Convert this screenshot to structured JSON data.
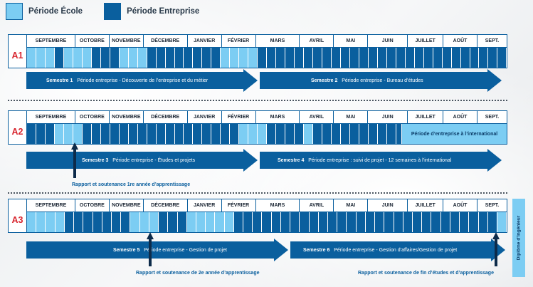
{
  "legend": {
    "school": {
      "label": "Période École",
      "color": "#7ccdf3"
    },
    "company": {
      "label": "Période Entreprise",
      "color": "#0a5f9e"
    }
  },
  "months": [
    "SEPTEMBRE",
    "OCTOBRE",
    "NOVEMBRE",
    "DÉCEMBRE",
    "JANVIER",
    "FÉVRIER",
    "MARS",
    "AVRIL",
    "MAI",
    "JUIN",
    "JUILLET",
    "AOÛT",
    "SEPT."
  ],
  "years": [
    {
      "label": "A1",
      "weeks": "sssessseeessseeeeeeeesssseeeeeeeeeeeeeeeeeeeeeeeeeee",
      "arrows": [
        {
          "semester": "Semestre 1",
          "text": "Période entreprise - Découverte de l’entreprise et du métier"
        },
        {
          "semester": "Semestre 2",
          "text": "Période entreprise - Bureau d’études"
        }
      ]
    },
    {
      "label": "A2",
      "weeks": "eeessseeeeeeeeeeeeeeeeessseeeeseeeeeeeeeeeeeeeeeeeee",
      "intl": "Période d’entreprise à l’international",
      "arrows": [
        {
          "semester": "Semestre 3",
          "text": "Période entreprise - Études et projets"
        },
        {
          "semester": "Semestre 4",
          "text": "Période entreprise : suivi de projet - 12 semaines à l’international"
        }
      ],
      "note": "Rapport et soutenance 1re année d’apprentissage"
    },
    {
      "label": "A3",
      "weeks": "sssseeeeeeessseeessssseeeeeeeeeeeeeeeeeeeeeeeeeeees",
      "arrows": [
        {
          "semester": "Semestre 5",
          "text": "Période entreprise - Gestion de projet"
        },
        {
          "semester": "Semestre 6",
          "text": "Période entreprise - Gestion d’affaires/Gestion de projet"
        }
      ],
      "notes": [
        "Rapport et soutenance de 2e année d’apprentissage",
        "Rapport et soutenance de fin d’études et d’apprentissage"
      ],
      "diploma": "Diplôme d’ingénieur"
    }
  ]
}
